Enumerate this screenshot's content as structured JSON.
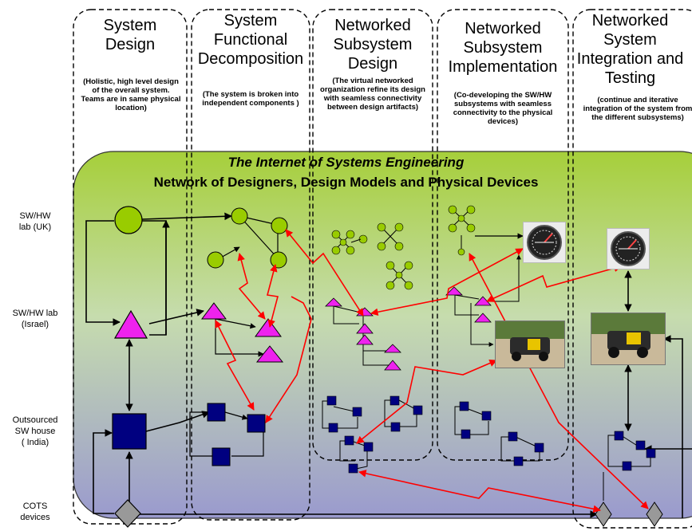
{
  "columns": [
    {
      "title_line1": "System",
      "title_line2": "Design",
      "title_line3": "",
      "desc": "(Holistic, high level design of the overall system. Teams are in same physical location)"
    },
    {
      "title_line1": "System",
      "title_line2": "Functional",
      "title_line3": "Decomposition",
      "desc": "(The system is broken into independent components )"
    },
    {
      "title_line1": "Networked",
      "title_line2": "Subsystem",
      "title_line3": "Design",
      "desc": "(The virtual networked organization refine its design with seamless connectivity between design artifacts)"
    },
    {
      "title_line1": "Networked",
      "title_line2": "Subsystem",
      "title_line3": "Implementation",
      "desc": "(Co-developing the SW/HW subsystems with seamless connectivity to the physical devices)"
    },
    {
      "title_line1": "Networked",
      "title_line2": "System",
      "title_line3": "Integration and Testing",
      "desc": "(continue and iterative integration of the system from the different subsystems)"
    }
  ],
  "banner": {
    "title": "The Internet of Systems Engineering",
    "subtitle": "Network of Designers, Design Models and Physical Devices"
  },
  "rows": [
    {
      "label_line1": "SW/HW",
      "label_line2": "lab (UK)"
    },
    {
      "label_line1": "SW/HW lab",
      "label_line2": "(Israel)"
    },
    {
      "label_line1": "Outsourced",
      "label_line2": "SW house",
      "label_line3": "( India)"
    },
    {
      "label_line1": "COTS",
      "label_line2": "devices"
    }
  ],
  "colors": {
    "uk_node": "#99cc00",
    "israel_node": "#ee22ee",
    "india_node": "#000080",
    "cots_node": "#999999",
    "link_red": "#ff0000",
    "banner_top": "#99cc33",
    "banner_bottom": "#9999cc"
  },
  "icons": [
    "green-circle-node-icon",
    "magenta-triangle-node-icon",
    "navy-square-node-icon",
    "grey-diamond-cots-icon",
    "gauge-instrument-icon",
    "vehicle-photo-icon"
  ]
}
